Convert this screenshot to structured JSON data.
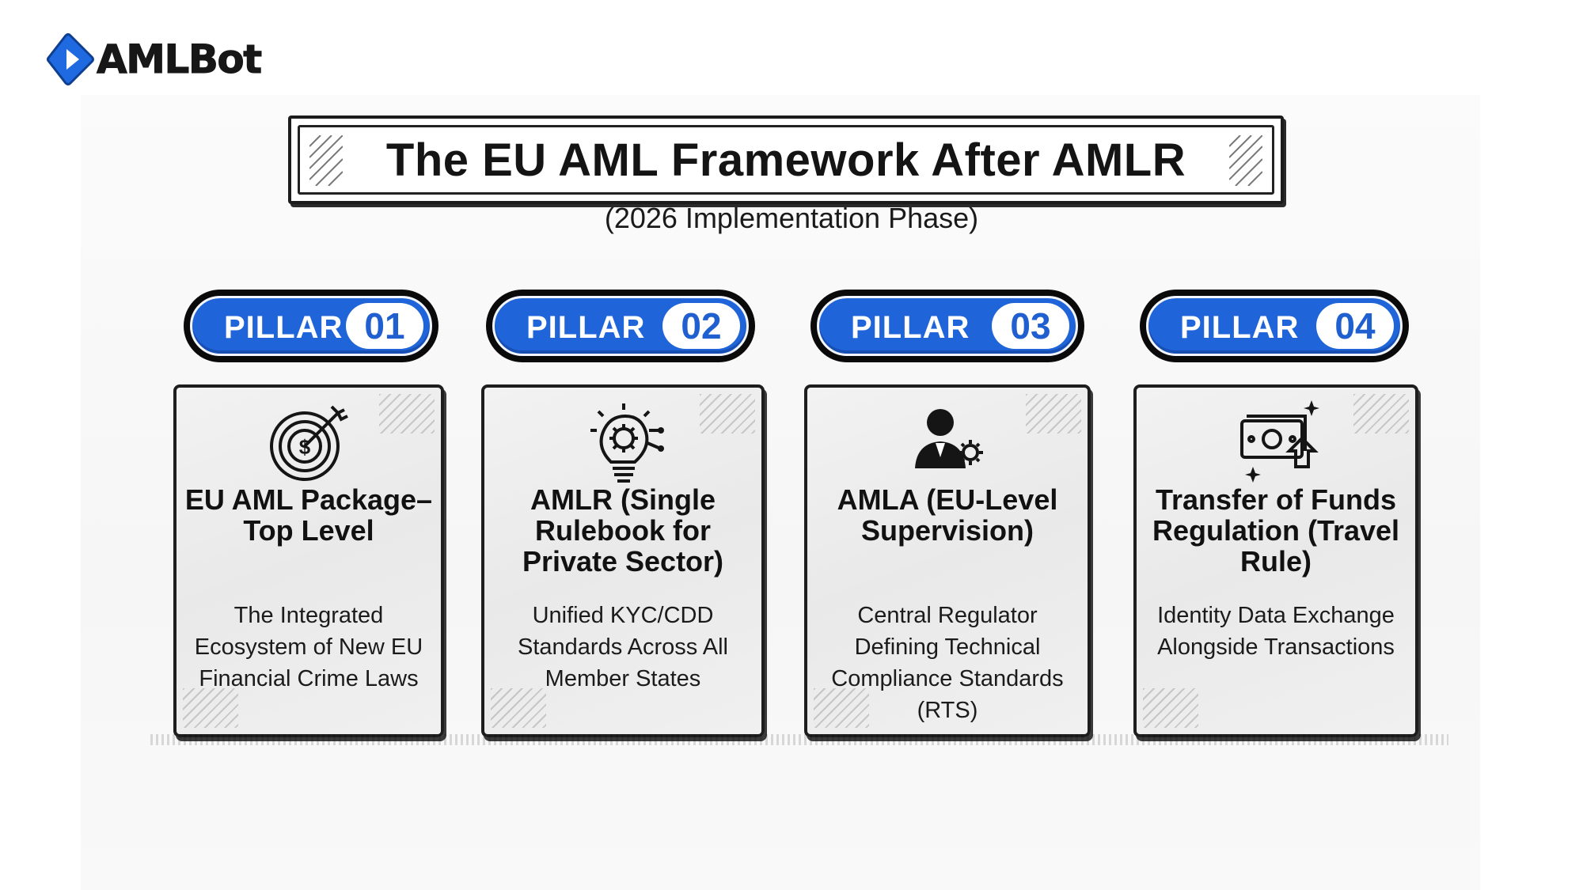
{
  "logo": {
    "text": "AMLBot",
    "icon": "diamond-play-icon",
    "color": "#1f6ae0"
  },
  "header": {
    "title": "The EU AML Framework After AMLR",
    "subtitle": "(2026 Implementation Phase)"
  },
  "colors": {
    "accent": "#1f64d8",
    "ink": "#151515",
    "card": "#ececec"
  },
  "pillars": [
    {
      "label": "PILLAR",
      "number": "01",
      "icon": "target-dollar-icon",
      "title": "EU AML Package–Top Level",
      "description": "The Integrated Ecosystem of New EU Financial Crime Laws"
    },
    {
      "label": "PILLAR",
      "number": "02",
      "icon": "lightbulb-gear-icon",
      "title": "AMLR (Single Rulebook for Private Sector)",
      "description": "Unified KYC/CDD Standards Across All Member States"
    },
    {
      "label": "PILLAR",
      "number": "03",
      "icon": "regulator-person-gear-icon",
      "title": "AMLA (EU-Level Supervision)",
      "description": "Central Regulator Defining Technical Compliance Standards (RTS)"
    },
    {
      "label": "PILLAR",
      "number": "04",
      "icon": "money-transfer-icon",
      "title": "Transfer of Funds Regulation (Travel Rule)",
      "description": "Identity Data Exchange Alongside Transactions"
    }
  ]
}
